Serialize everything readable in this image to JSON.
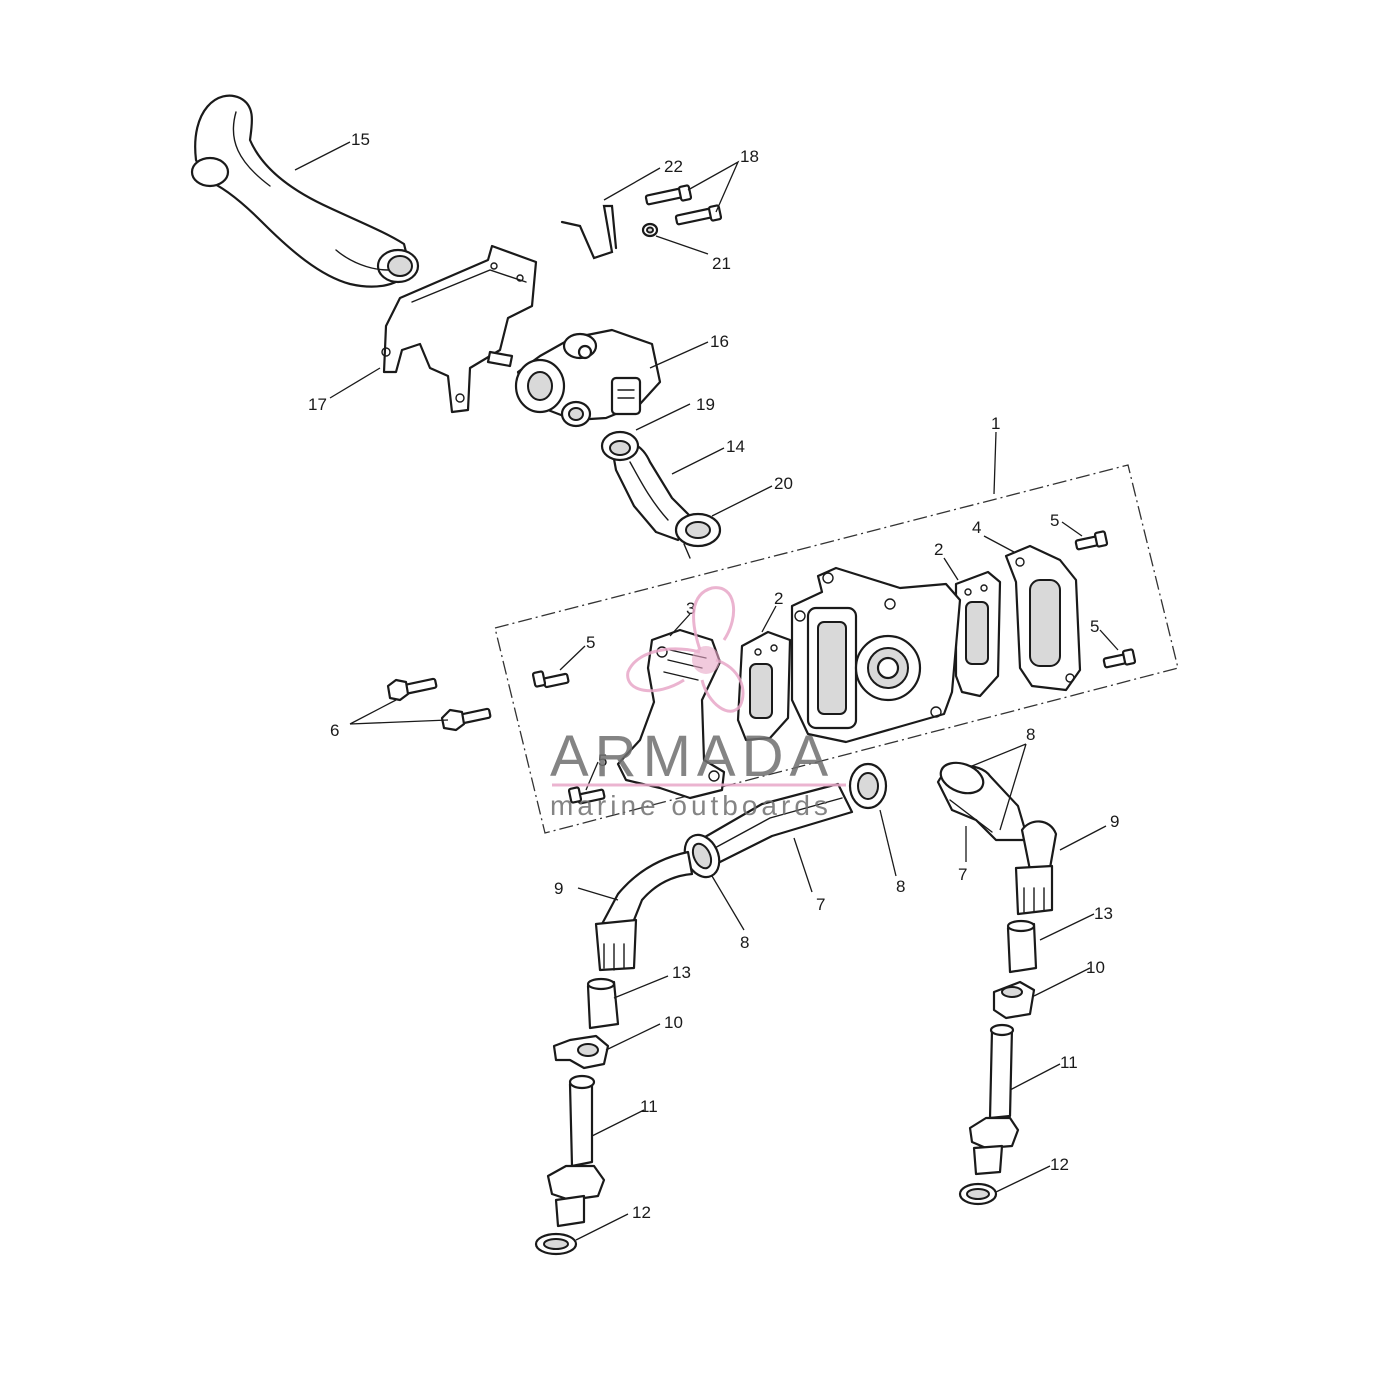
{
  "callouts": {
    "c1": "1",
    "c2a": "2",
    "c2b": "2",
    "c3": "3",
    "c4": "4",
    "c5a": "5",
    "c5b": "5",
    "c5c": "5",
    "c5d": "5",
    "c6": "6",
    "c7a": "7",
    "c7b": "7",
    "c8a": "8",
    "c8b": "8",
    "c8c": "8",
    "c9a": "9",
    "c9b": "9",
    "c10a": "10",
    "c10b": "10",
    "c11a": "11",
    "c11b": "11",
    "c12a": "12",
    "c12b": "12",
    "c13a": "13",
    "c13b": "13",
    "c14": "14",
    "c15": "15",
    "c16": "16",
    "c17": "17",
    "c18": "18",
    "c19": "19",
    "c20": "20",
    "c21": "21",
    "c22": "22"
  },
  "watermark": {
    "brand": "ARMADA",
    "tagline": "marine outboards",
    "brand_color": "#e8a7c8",
    "text_color": "#6f6f6f"
  }
}
